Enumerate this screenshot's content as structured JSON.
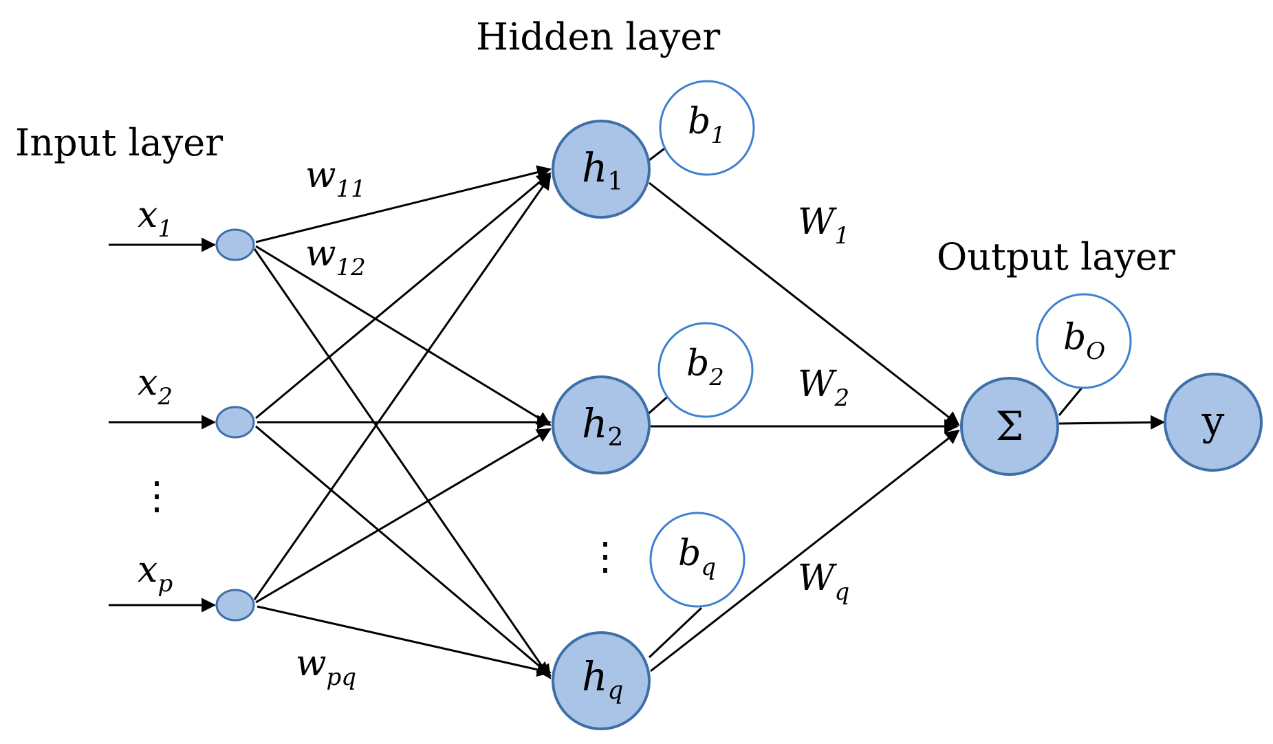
{
  "layers": {
    "input": "Input layer",
    "hidden": "Hidden layer",
    "output": "Output layer"
  },
  "inputs": [
    {
      "base": "x",
      "sub": "1"
    },
    {
      "base": "x",
      "sub": "2"
    },
    {
      "base": "x",
      "sub": "p"
    }
  ],
  "hidden": [
    {
      "base": "h",
      "sub": "1"
    },
    {
      "base": "h",
      "sub": "2"
    },
    {
      "base": "h",
      "sub": "q"
    }
  ],
  "biases": [
    {
      "base": "b",
      "sub": "1"
    },
    {
      "base": "b",
      "sub": "2"
    },
    {
      "base": "b",
      "sub": "q"
    }
  ],
  "output_bias": {
    "base": "b",
    "sub": "O"
  },
  "weights_in": [
    {
      "base": "w",
      "sub": "11"
    },
    {
      "base": "w",
      "sub": "12"
    },
    {
      "base": "w",
      "sub": "pq"
    }
  ],
  "weights_out": [
    {
      "base": "W",
      "sub": "1"
    },
    {
      "base": "W",
      "sub": "2"
    },
    {
      "base": "W",
      "sub": "q"
    }
  ],
  "sum_symbol": "Σ",
  "output": "y",
  "ellipsis": "⋮",
  "colors": {
    "node_fill": "#a9c4e6",
    "node_stroke": "#3f6fa8",
    "bias_stroke": "#3d7fd0",
    "line": "#000000"
  }
}
